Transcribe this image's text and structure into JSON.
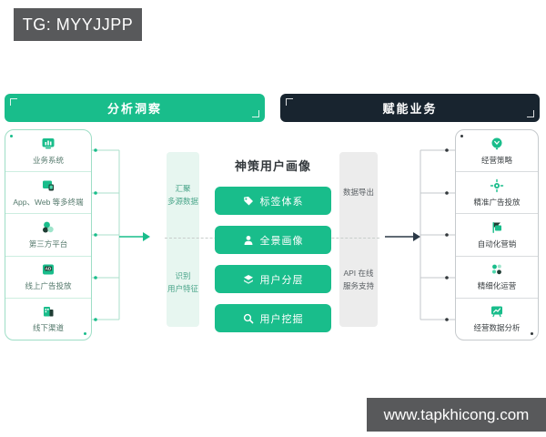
{
  "watermarks": {
    "top": "TG: MYYJJPP",
    "bottom": "www.tapkhicong.com"
  },
  "colors": {
    "accent_green": "#19bd8b",
    "dark_navy": "#18242f",
    "light_green_bar": "#e7f6f0",
    "gray_bar": "#ececec",
    "watermark_gray": "#58595b"
  },
  "headers": {
    "left": "分析洞察",
    "right": "赋能业务"
  },
  "left_box": {
    "items": [
      {
        "label": "业务系统",
        "icon": "monitor-chart-icon"
      },
      {
        "label": "App、Web 等多终端",
        "icon": "multi-device-icon"
      },
      {
        "label": "第三方平台",
        "icon": "circles-platform-icon"
      },
      {
        "label": "线上广告投放",
        "icon": "ad-badge-icon"
      },
      {
        "label": "线下渠道",
        "icon": "storefront-icon"
      }
    ]
  },
  "process_bars": {
    "aggregate_line1": "汇聚",
    "aggregate_line2": "多源数据",
    "identify_line1": "识别",
    "identify_line2": "用户特征",
    "export_label": "数据导出",
    "api_line1": "API 在线",
    "api_line2": "服务支持"
  },
  "center": {
    "title": "神策用户画像",
    "buttons": [
      {
        "label": "标签体系",
        "icon": "tag-icon"
      },
      {
        "label": "全景画像",
        "icon": "user-icon"
      },
      {
        "label": "用户分层",
        "icon": "layers-icon"
      },
      {
        "label": "用户挖掘",
        "icon": "search-icon"
      }
    ]
  },
  "right_box": {
    "items": [
      {
        "label": "经营策略",
        "icon": "bulb-icon"
      },
      {
        "label": "精准广告投放",
        "icon": "target-icon"
      },
      {
        "label": "自动化营销",
        "icon": "flag-icon"
      },
      {
        "label": "精细化运营",
        "icon": "dots-cluster-icon"
      },
      {
        "label": "经营数据分析",
        "icon": "chart-board-icon"
      }
    ]
  }
}
